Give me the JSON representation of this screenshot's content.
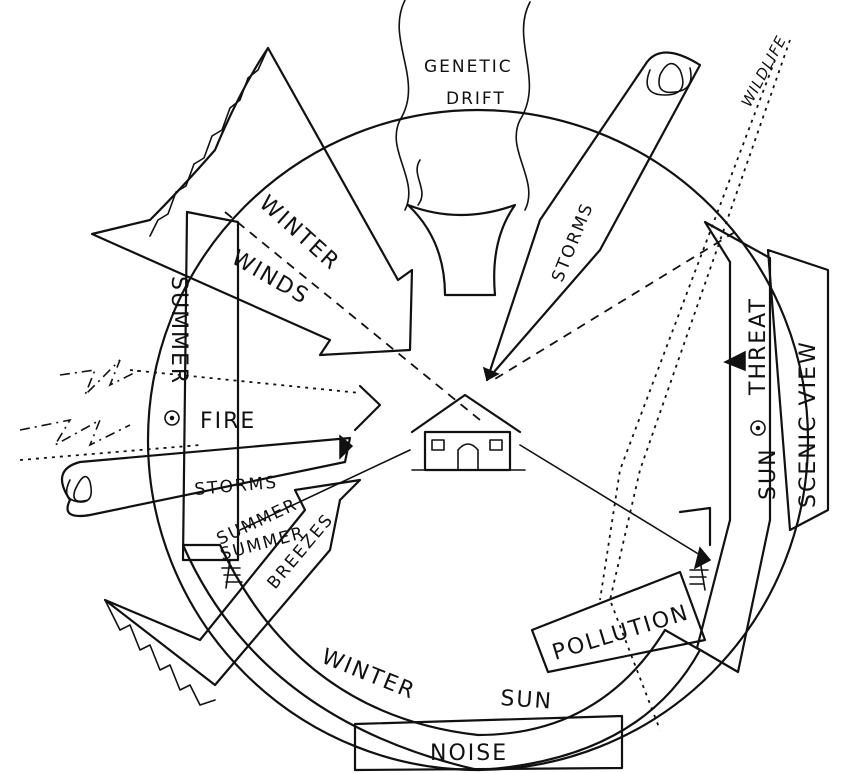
{
  "labels": {
    "genetic_line1": "GENETIC",
    "genetic_line2": "DRIFT",
    "wildlife": "WILDLIFE",
    "storms_top": "STORMS",
    "winter_winds_1": "WINTER",
    "winter_winds_2": "WINDS",
    "summer_left": "SUMMER",
    "fire": "FIRE",
    "storms_left": "STORMS",
    "summer_breezes_1": "SUMMER",
    "summer_breezes_2": "BREEZES",
    "summer_band": "SUMMER",
    "winter_sun_1": "WINTER",
    "winter_sun_2": "SUN",
    "pollution": "POLLUTION",
    "noise": "NOISE",
    "threat": "THREAT",
    "sun_right": "SUN",
    "scenic_view": "SCENIC VIEW"
  },
  "icons": {
    "sun_symbol": "circled-dot",
    "house": "house-icon"
  },
  "colors": {
    "ink": "#111111",
    "paper": "#ffffff"
  }
}
